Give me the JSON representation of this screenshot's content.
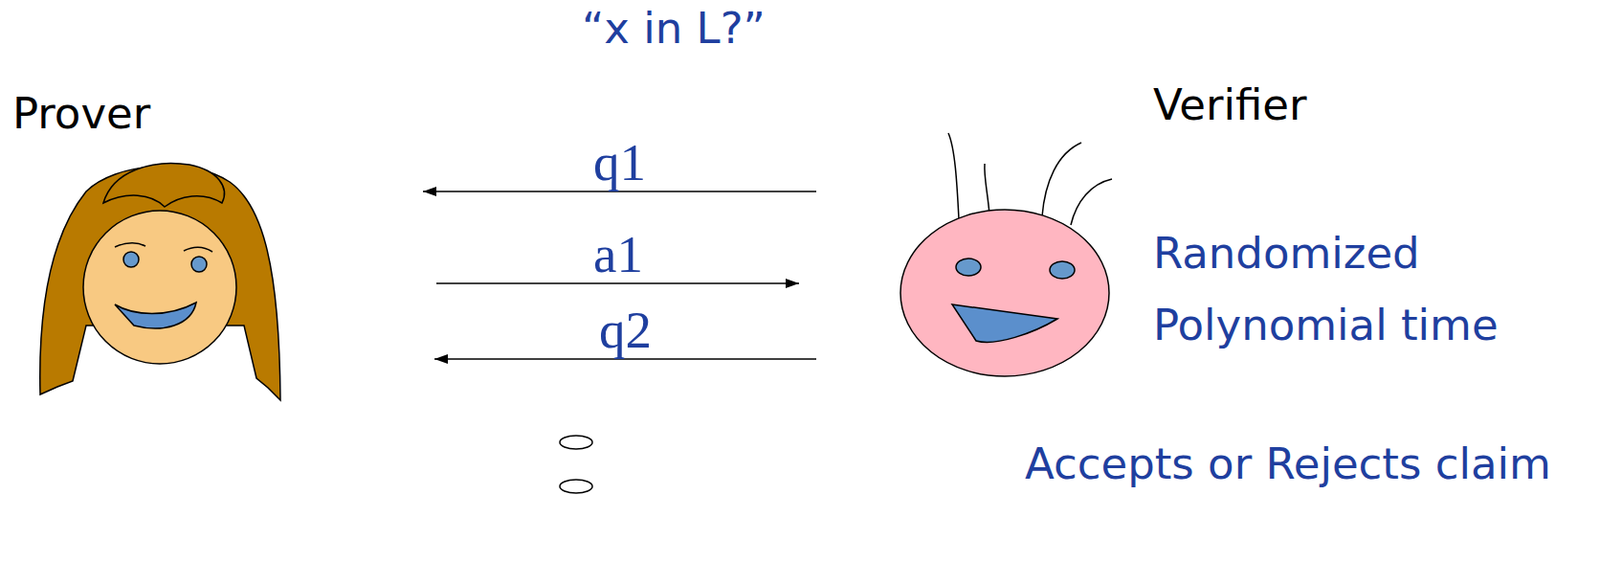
{
  "diagram": {
    "nodes": [
      {
        "text": [
          "Prover"
        ]
      },
      {
        "text": [
          "Verifier"
        ]
      }
    ],
    "edges": [
      {
        "from": 1,
        "to": 0,
        "label": "q1",
        "arrow": "to"
      },
      {
        "from": 0,
        "to": 1,
        "label": "a1",
        "arrow": "to"
      },
      {
        "from": 1,
        "to": 0,
        "label": "q2",
        "arrow": "to"
      }
    ],
    "labels": [
      "“x in L?”",
      "Randomized Polynomial time",
      "Accepts or Rejects claim"
    ]
  }
}
